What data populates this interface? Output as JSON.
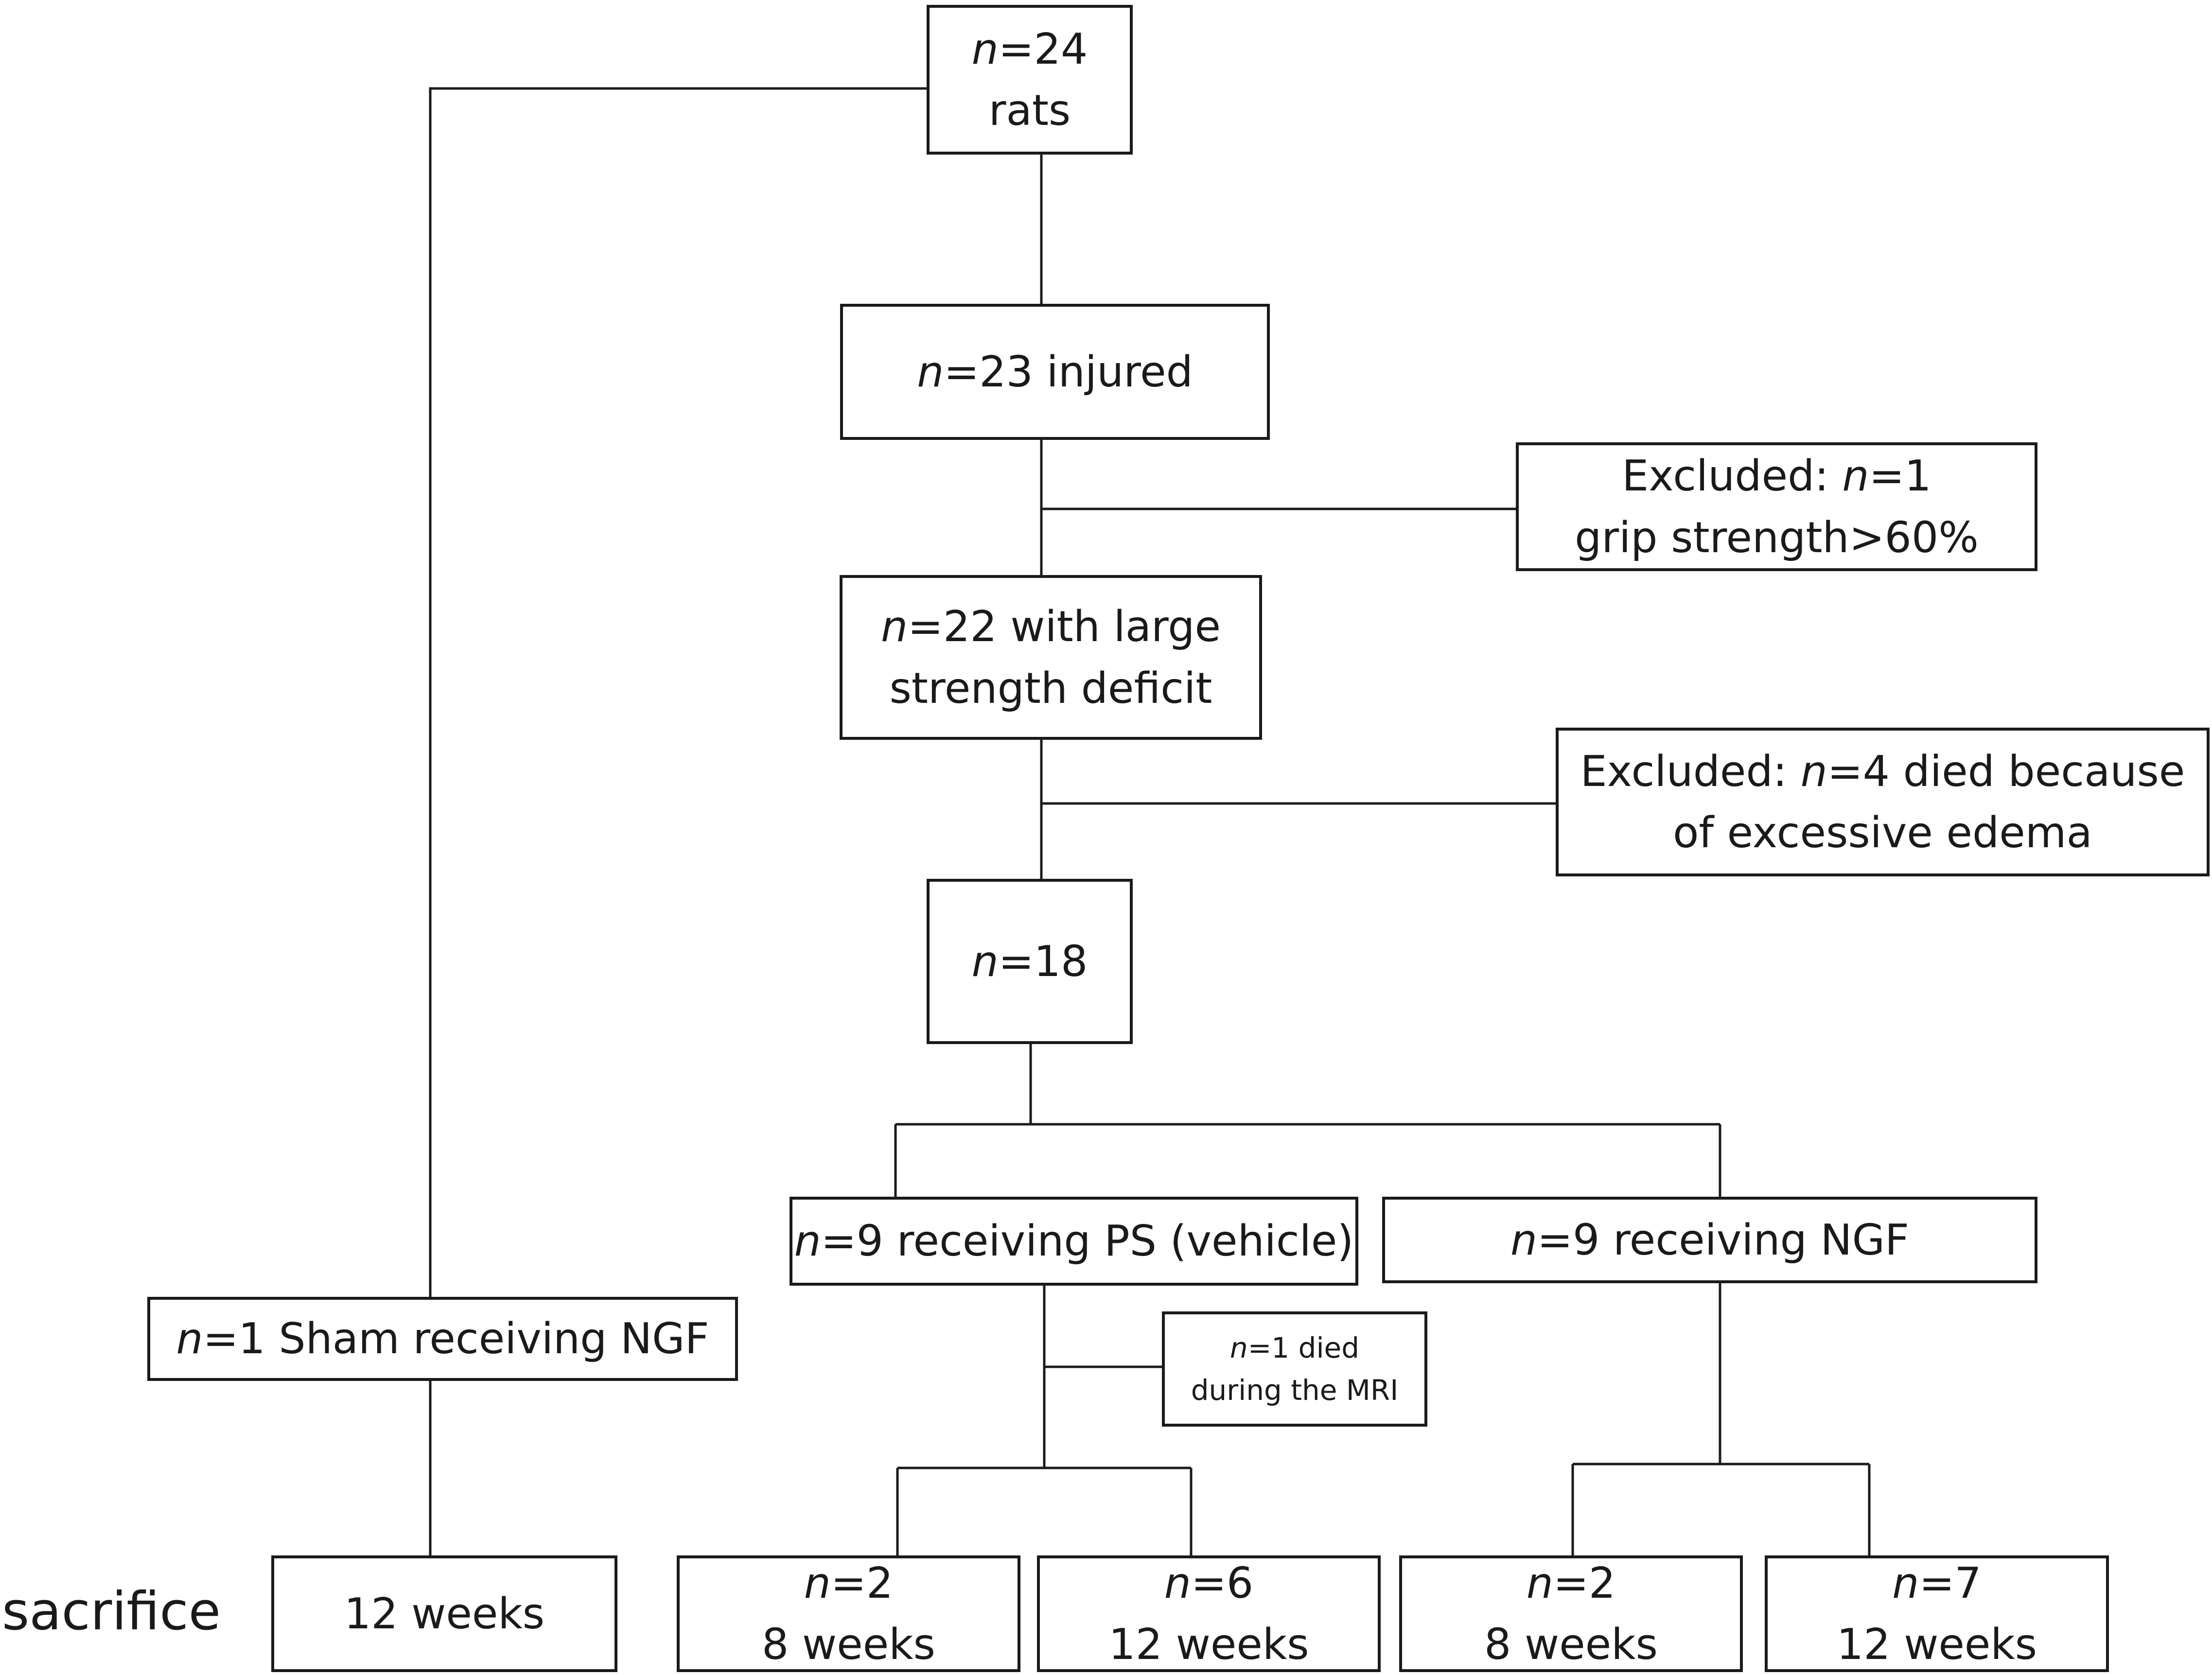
{
  "nodes": {
    "start": {
      "lines": [
        {
          "italic": "n",
          "text": "=24"
        },
        {
          "text": "rats"
        }
      ]
    },
    "injured": {
      "lines": [
        {
          "italic": "n",
          "text": "=23 injured"
        }
      ]
    },
    "excl1": {
      "lines": [
        {
          "prefix": "Excluded: ",
          "italic": "n",
          "text": "=1"
        },
        {
          "text": "grip strength>60%"
        }
      ]
    },
    "deficit": {
      "lines": [
        {
          "italic": "n",
          "text": "=22 with large"
        },
        {
          "text": "strength deficit"
        }
      ]
    },
    "excl2": {
      "lines": [
        {
          "prefix": "Excluded: ",
          "italic": "n",
          "text": "=4 died because"
        },
        {
          "text": "of excessive edema"
        }
      ]
    },
    "n18": {
      "lines": [
        {
          "italic": "n",
          "text": "=18"
        }
      ]
    },
    "ps": {
      "lines": [
        {
          "italic": "n",
          "text": "=9 receiving PS (vehicle)"
        }
      ]
    },
    "ngf": {
      "lines": [
        {
          "italic": "n",
          "text": "=9 receiving NGF"
        }
      ]
    },
    "sham": {
      "lines": [
        {
          "italic": "n",
          "text": "=1 Sham receiving NGF"
        }
      ]
    },
    "died_mri": {
      "lines": [
        {
          "italic": "n",
          "text": "=1 died"
        },
        {
          "text": "during the MRI"
        }
      ]
    },
    "sham_12": {
      "lines": [
        {
          "text": "12 weeks"
        }
      ]
    },
    "ps_8": {
      "lines": [
        {
          "italic": "n",
          "text": "=2"
        },
        {
          "text": "8 weeks"
        }
      ]
    },
    "ps_12": {
      "lines": [
        {
          "italic": "n",
          "text": "=6"
        },
        {
          "text": "12 weeks"
        }
      ]
    },
    "ngf_8": {
      "lines": [
        {
          "italic": "n",
          "text": "=2"
        },
        {
          "text": "8 weeks"
        }
      ]
    },
    "ngf_12": {
      "lines": [
        {
          "italic": "n",
          "text": "=7"
        },
        {
          "text": "12 weeks"
        }
      ]
    }
  },
  "row_label": "sacrifice"
}
